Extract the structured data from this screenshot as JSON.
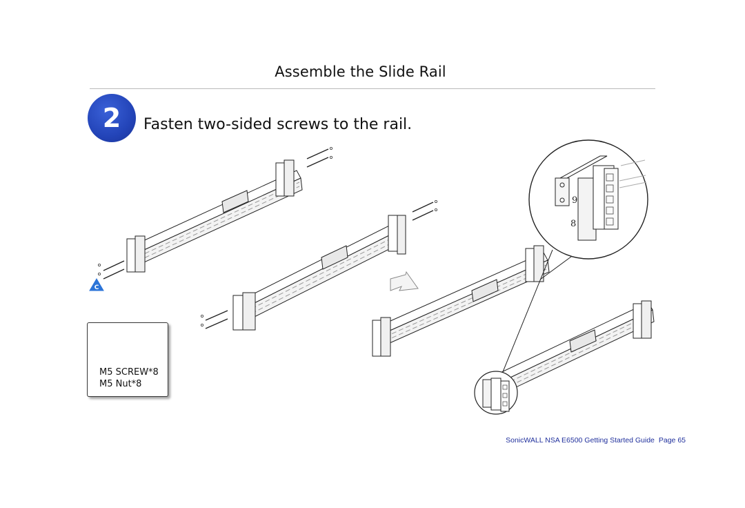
{
  "header": {
    "title": "Assemble the Slide Rail"
  },
  "step": {
    "number": "2",
    "instruction": "Fasten two-sided screws to the rail."
  },
  "parts": {
    "marker_letter": "C",
    "items": [
      "M5 SCREW*8",
      "M5 Nut*8"
    ],
    "icon": "screw-icon"
  },
  "callout": {
    "marker_letter": "C",
    "detail_digits": [
      "9",
      "8"
    ]
  },
  "footer": {
    "guide": "SonicWALL NSA E6500 Getting Started Guide",
    "page": "Page 65"
  },
  "colors": {
    "badge_blue": "#2344b8",
    "marker_blue": "#2b74d8",
    "footer_blue": "#1f2f9c",
    "rule_gray": "#b9b9b9"
  }
}
